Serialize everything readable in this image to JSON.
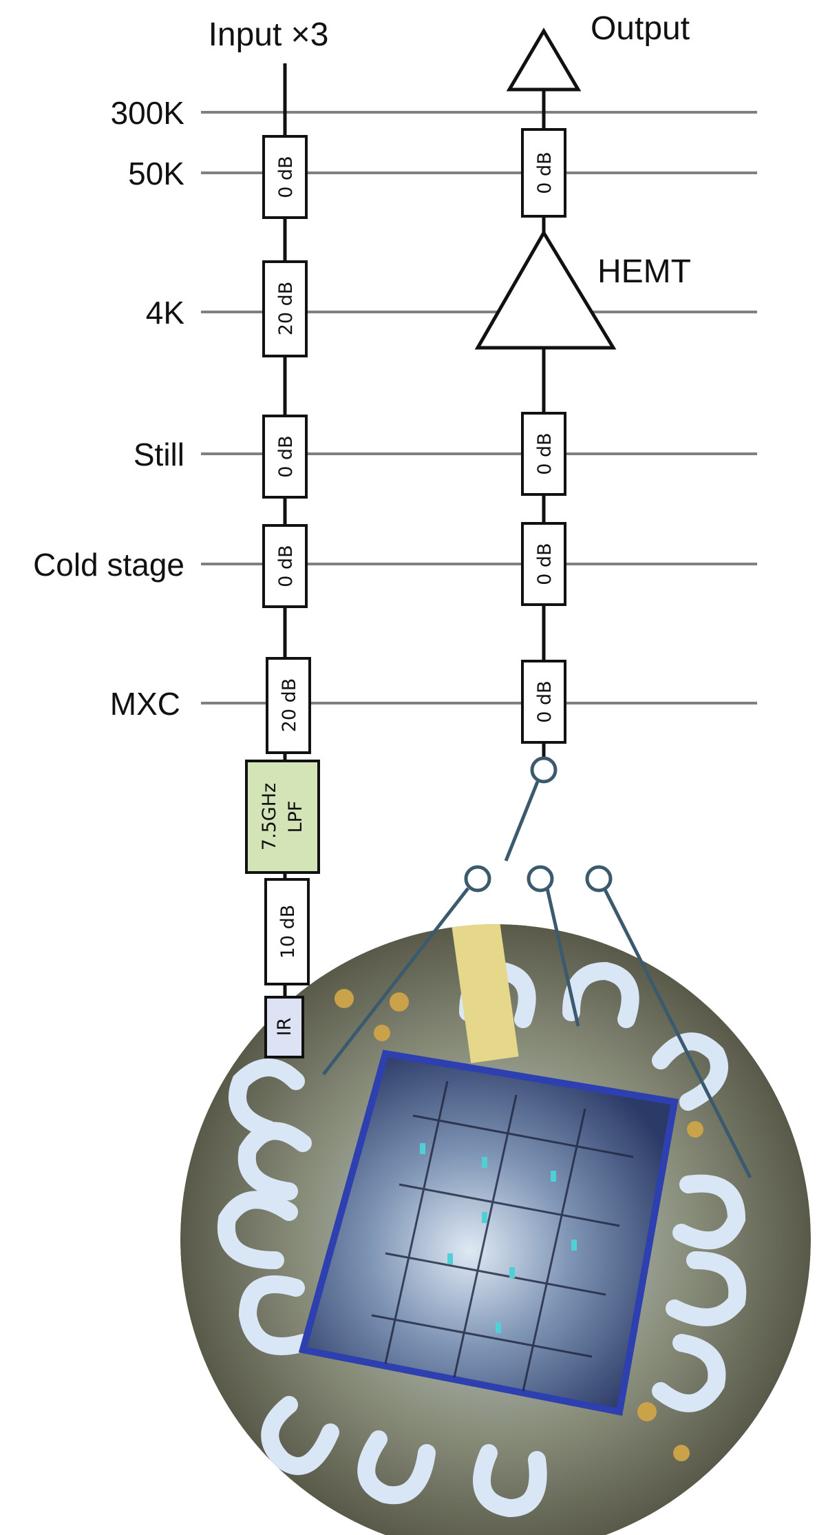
{
  "diagram": {
    "input_label": "Input ×3",
    "output_label": "Output",
    "hemt_label": "HEMT",
    "stages": [
      "300K",
      "50K",
      "4K",
      "Still",
      "Cold stage",
      "MXC"
    ],
    "input_line": {
      "attenuators": [
        "0 dB",
        "20 dB",
        "0 dB",
        "0 dB",
        "20 dB"
      ],
      "lpf": [
        "7.5GHz",
        "LPF"
      ],
      "attenuator_after_lpf": "10 dB",
      "ir_filter": "IR"
    },
    "output_line": {
      "attenuators": [
        "0 dB",
        "0 dB",
        "0 dB",
        "0 dB"
      ]
    },
    "photo": {
      "description_icon": "chip-photo"
    },
    "colors": {
      "stage_line": "#808080",
      "signal_line": "#111111",
      "lpf_fill": "#d3e4b7",
      "ir_fill": "#dde3f5",
      "connector_line": "#3b5a6e"
    }
  }
}
